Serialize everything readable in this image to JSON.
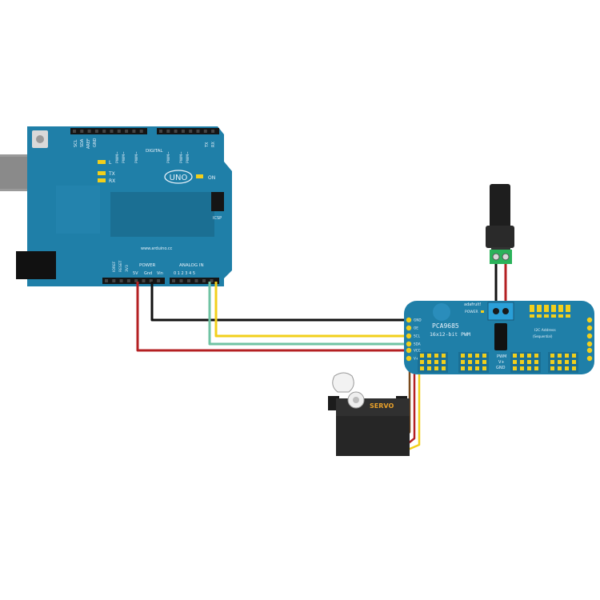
{
  "arduino": {
    "logo": "UNO",
    "url": "www.arduino.cc",
    "digital": "DIGITAL",
    "power": "POWER",
    "analog_in": "ANALOG IN",
    "icsp": "ICSP",
    "tx_top": "TX",
    "rx_top": "RX",
    "led_l": "L",
    "led_tx": "TX",
    "led_rx": "RX",
    "on": "ON",
    "scl": "SCL",
    "sda": "SDA",
    "aref": "AREF",
    "gnd": "GND",
    "ioref": "IOREF",
    "reset": "RESET",
    "v33": "3V3",
    "v5": "5V",
    "gnd_pwr": "Gnd",
    "vin": "Vin",
    "analog_nums": "0 1 2 3 4 5",
    "pwm1": "PWM~",
    "pwm2": "PWM~",
    "pwm3": "PWM~",
    "pwm4": "PWM~",
    "pwm5": "PWM~",
    "pwm6": "PWM~"
  },
  "pwm_board": {
    "brand": "adafruit!",
    "power": "POWER",
    "chip": "PCA9685",
    "subtitle": "16x12-bit PWM",
    "i2c": "I2C Address",
    "i2c_hint": "(Sequential)",
    "pins": [
      "GND",
      "OE",
      "SCL",
      "SDA",
      "VCC",
      "V+"
    ],
    "pwm": "PWM",
    "vplus": "V+",
    "gnd": "GND"
  },
  "servo": {
    "label": "SERVO"
  },
  "colors": {
    "board_blue": "#1f7fa8",
    "wire_black": "#111111",
    "wire_red": "#b42023",
    "wire_yellow": "#f2cf1b",
    "wire_green": "#6fc3a3"
  }
}
